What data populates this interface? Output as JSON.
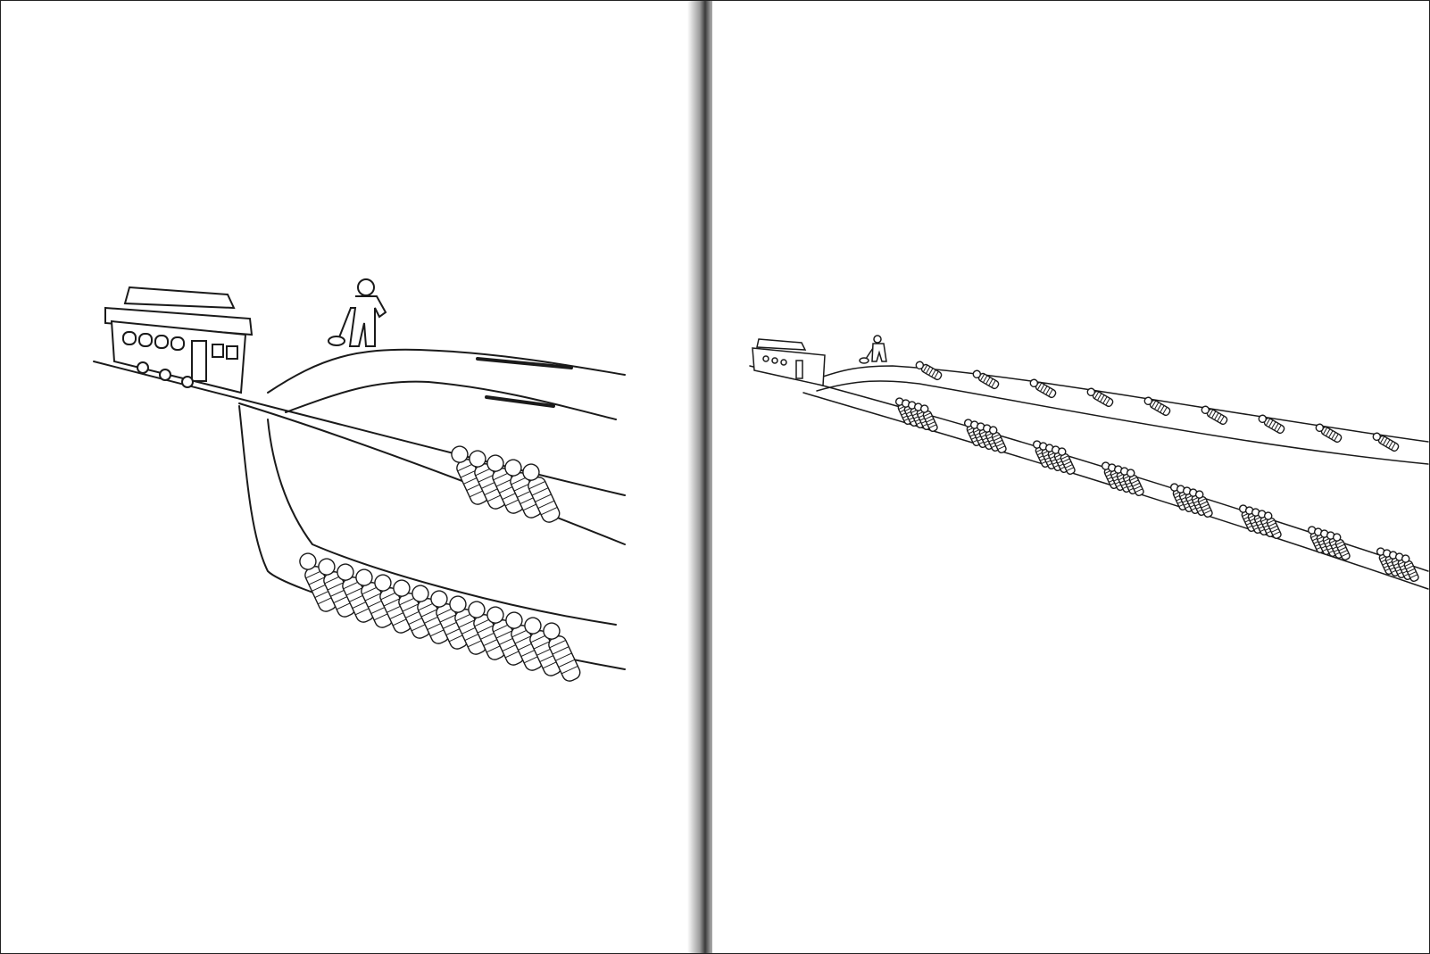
{
  "panels": [
    {
      "id": "left",
      "scene": "trolley-problem-illustration",
      "track_branches": 3,
      "group_on_main_track": 5,
      "group_on_lower_branch": 14
    },
    {
      "id": "right",
      "scene": "trolley-problem-illustration",
      "track_branches": 2,
      "single_figures_on_upper_track": 9,
      "groups_on_lower_track": 8,
      "figures_per_group": 5
    }
  ],
  "colors": {
    "background": "#ffffff",
    "ink": "#1a1a1a",
    "gutter_shadow": "#555555"
  }
}
